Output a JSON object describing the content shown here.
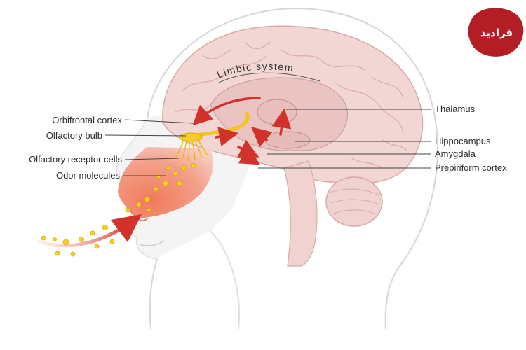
{
  "diagram": {
    "arc_label": "Limbic system",
    "labels_left": [
      {
        "id": "orbitofrontal",
        "text": "Orbifrontal cortex"
      },
      {
        "id": "olfactory-bulb",
        "text": "Olfactory bulb"
      },
      {
        "id": "receptor-cells",
        "text": "Olfactory receptor cells"
      },
      {
        "id": "odor-molecules",
        "text": "Odor molecules"
      }
    ],
    "labels_right": [
      {
        "id": "thalamus",
        "text": "Thalamus"
      },
      {
        "id": "hippocampus",
        "text": "Hippocampus"
      },
      {
        "id": "amygdala",
        "text": "Amygdala"
      },
      {
        "id": "prepiriform",
        "text": "Prepiriform cortex"
      }
    ]
  },
  "watermark": {
    "text": "فرادید",
    "icon": "brand-logo"
  },
  "colors": {
    "brain": "#f2d6d4",
    "brain_fold": "#e2b4b2",
    "head_outline": "#d8d8d8",
    "nasal": "#f08a6c",
    "nerve": "#f2c61c",
    "arrow": "#d2322a",
    "molecule": "#f6d21c",
    "watermark": "#b21e24"
  }
}
